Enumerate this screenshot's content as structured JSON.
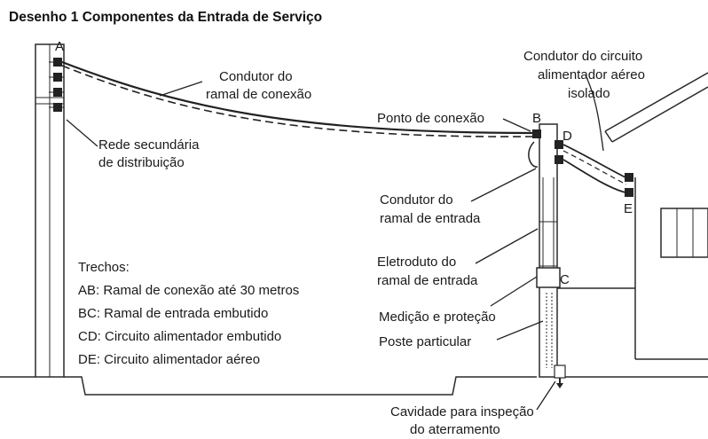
{
  "title": "Desenho 1   Componentes da Entrada de Serviço",
  "points": {
    "A": "A",
    "B": "B",
    "C": "C",
    "D": "D",
    "E": "E"
  },
  "labels": {
    "condutor_ramal_conexao": [
      "Condutor do",
      "ramal de conexão"
    ],
    "rede_secundaria": [
      "Rede secundária",
      "de distribuição"
    ],
    "circuito_aereo_isolado": [
      "Condutor do circuito",
      "alimentador aéreo",
      "isolado"
    ],
    "ponto_conexao": "Ponto de conexão",
    "condutor_ramal_entrada": [
      "Condutor do",
      "ramal de entrada"
    ],
    "eletroduto": [
      "Eletroduto do",
      "ramal de entrada"
    ],
    "medicao": "Medição e proteção",
    "poste_particular": "Poste particular",
    "cavidade": [
      "Cavidade para inspeção",
      "do aterramento"
    ]
  },
  "trechos": {
    "heading": "Trechos:",
    "items": [
      "AB: Ramal de conexão até 30 metros",
      "BC: Ramal de entrada embutido",
      "CD: Circuito alimentador embutido",
      "DE: Circuito alimentador aéreo"
    ]
  }
}
